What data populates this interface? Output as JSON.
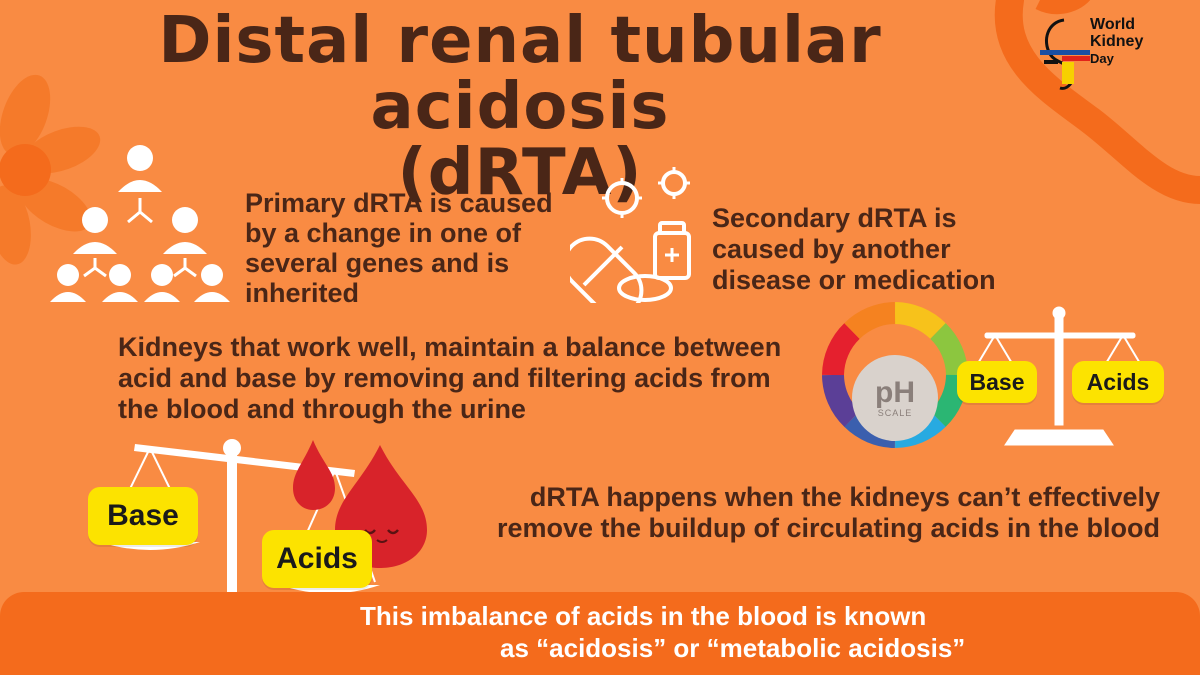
{
  "title": {
    "line1": "Distal renal tubular acidosis",
    "line2": "(dRTA)"
  },
  "logo": {
    "line1": "World",
    "line2": "Kidney",
    "line3": "Day"
  },
  "primary_text": "Primary dRTA is caused by a change in one of several genes and is inherited",
  "secondary_text": "Secondary dRTA is caused by another disease or medication",
  "kidneys_text": "Kidneys that work well, maintain a balance between acid and base by removing and filtering acids from the blood and through the urine",
  "ph_scale": {
    "big": "pH",
    "small": "SCALE"
  },
  "small_scale": {
    "base_label": "Base",
    "acids_label": "Acids"
  },
  "big_scale": {
    "base_label": "Base",
    "acids_label": "Acids"
  },
  "drta_text": "dRTA happens when the kidneys can’t effectively remove the buildup of circulating acids in the blood",
  "footer": {
    "line1": "This imbalance of acids in the blood is known",
    "line2": "as “acidosis” or “metabolic acidosis”"
  },
  "colors": {
    "background": "#f98b43",
    "band": "#f46b1c",
    "text_dark": "#4a2617",
    "tag_yellow": "#fce300",
    "blood_red": "#d8232a"
  }
}
